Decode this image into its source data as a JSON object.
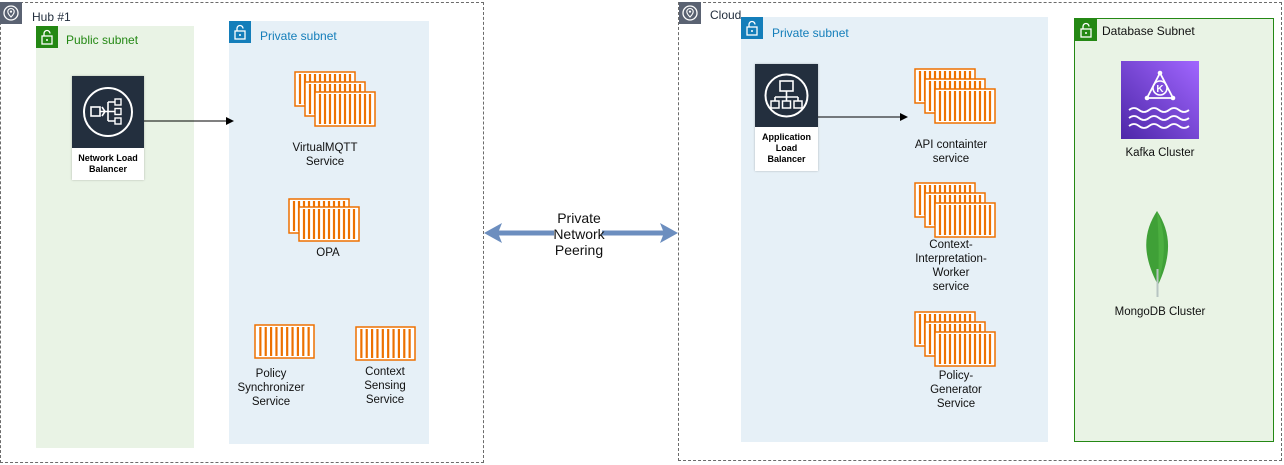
{
  "regions": {
    "hub": {
      "title": "Hub #1"
    },
    "cloud": {
      "title": "Cloud"
    }
  },
  "subnets": {
    "hub_public": {
      "title": "Public subnet"
    },
    "hub_private": {
      "title": "Private subnet"
    },
    "cloud_private": {
      "title": "Private subnet"
    },
    "database": {
      "title": "Database Subnet"
    }
  },
  "load_balancers": {
    "network": {
      "line1": "Network Load",
      "line2": "Balancer"
    },
    "application": {
      "line1": "Application",
      "line2": "Load",
      "line3": "Balancer"
    }
  },
  "services": {
    "virtualmqtt": {
      "line1": "VirtualMQTT",
      "line2": "Service"
    },
    "opa": {
      "line1": "OPA"
    },
    "policy_sync": {
      "line1": "Policy",
      "line2": "Synchronizer",
      "line3": "Service"
    },
    "context_sensing": {
      "line1": "Context",
      "line2": "Sensing",
      "line3": "Service"
    },
    "api_container": {
      "line1": "API containter",
      "line2": "service"
    },
    "context_worker": {
      "line1": "Context-",
      "line2": "Interpretation-",
      "line3": "Worker",
      "line4": "service"
    },
    "policy_generator": {
      "line1": "Policy-",
      "line2": "Generator",
      "line3": "Service"
    },
    "kafka": {
      "line1": "Kafka Cluster"
    },
    "mongodb": {
      "line1": "MongoDB Cluster"
    }
  },
  "peering": {
    "line1": "Private",
    "line2": "Network",
    "line3": "Peering"
  },
  "colors": {
    "container_orange": "#ed7100",
    "kafka_purple": "#8c4fff",
    "mongodb_green": "#3fa037",
    "peering_arrow": "#6c8ebf",
    "public_subnet_text": "#248814",
    "private_subnet_text": "#147eba"
  }
}
